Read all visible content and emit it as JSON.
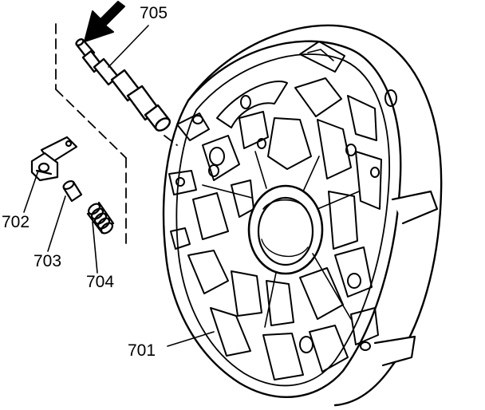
{
  "diagram": {
    "callouts": {
      "c705": "705",
      "c702": "702",
      "c703": "703",
      "c704": "704",
      "c701": "701"
    },
    "colors": {
      "ink": "#000000",
      "paper": "#ffffff"
    },
    "arrow_icon": "arrow-down-left-icon"
  }
}
